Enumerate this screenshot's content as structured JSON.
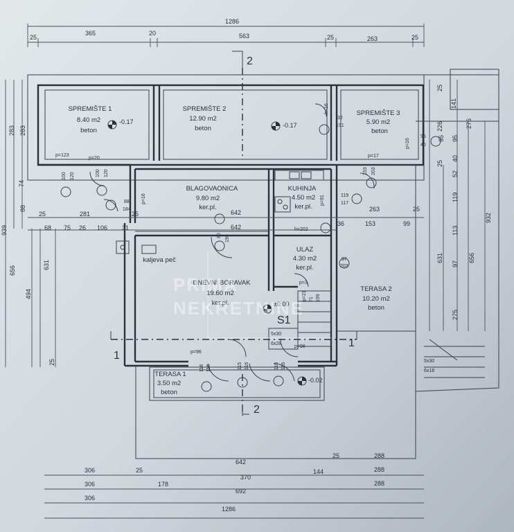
{
  "rooms": [
    {
      "id": "spremiste1",
      "name": "SPREMIŠTE  1",
      "area": "8.40  m2",
      "floor": "beton"
    },
    {
      "id": "spremiste2",
      "name": "SPREMIŠTE  2",
      "area": "12.90  m2",
      "floor": "beton"
    },
    {
      "id": "spremiste3",
      "name": "SPREMIŠTE  3",
      "area": "5.90  m2",
      "floor": "beton"
    },
    {
      "id": "blagovaonica",
      "name": "BLAGOVAONICA",
      "area": "9.80  m2",
      "floor": "ker.pl."
    },
    {
      "id": "kuhinja",
      "name": "KUHINJA",
      "area": "4.50  m2",
      "floor": "ker.pl."
    },
    {
      "id": "ulaz",
      "name": "ULAZ",
      "area": "4.30  m2",
      "floor": "ker.pl."
    },
    {
      "id": "dnevni",
      "name": "DNEVNI  BORAVAK",
      "area": "19.60  m2",
      "floor": "ker.pl."
    },
    {
      "id": "terasa1",
      "name": "TERASA  1",
      "area": "3.50  m2",
      "floor": "beton"
    },
    {
      "id": "terasa2",
      "name": "TERASA  2",
      "area": "10.20  m2",
      "floor": "beton"
    }
  ],
  "levels": {
    "sp1": "-0.17",
    "sp2": "-0.17",
    "dnevni": "±0.00",
    "terasa1": "-0.02"
  },
  "labels": {
    "kaljeva_pec": "kaljeva peč",
    "section1": "1",
    "section2": "2",
    "stair": "S1",
    "stair_steps_a": "5x30",
    "stair_steps_b": "6x28",
    "stair_steps_c": "5x30",
    "stair_steps_d": "6x18"
  },
  "watermark": {
    "line1": "PRIMA",
    "line2": "NEKRETNINE"
  },
  "dimensions": {
    "top_total": "1286",
    "top": [
      "25",
      "365",
      "20",
      "563",
      "25",
      "263",
      "25"
    ],
    "mid_row1": [
      "25",
      "281",
      "642",
      "263",
      "25"
    ],
    "mid_row2": [
      "68",
      "75",
      "26",
      "106",
      "31",
      "25",
      "642",
      "36",
      "153",
      "99"
    ],
    "left": [
      "939",
      "283",
      "283",
      "88",
      "74",
      "656",
      "494",
      "631",
      "25"
    ],
    "right": [
      "25",
      "141",
      "95",
      "40",
      "52",
      "119",
      "113",
      "97",
      "275",
      "226",
      "95",
      "25",
      "276",
      "932",
      "631",
      "656"
    ],
    "bottom_row1": [
      "306",
      "25",
      "642",
      "25",
      "288"
    ],
    "bottom_row2": [
      "306",
      "178",
      "370",
      "144",
      "288"
    ],
    "bottom_row3": [
      "306",
      "692",
      "288"
    ],
    "bottom_total": "1286",
    "openings": [
      "p=123",
      "p=20",
      "p=17",
      "p=96",
      "p=96",
      "p=3",
      "p=91",
      "h=202",
      "h=16",
      "p=16",
      "p=16",
      "p=21"
    ],
    "door_sizes": [
      "100",
      "120",
      "100",
      "120",
      "88",
      "184",
      "32",
      "191",
      "95",
      "40",
      "80",
      "199",
      "119",
      "117",
      "153",
      "203",
      "97",
      "203",
      "71",
      "199",
      "118",
      "116",
      "115",
      "116",
      "115",
      "116"
    ]
  }
}
